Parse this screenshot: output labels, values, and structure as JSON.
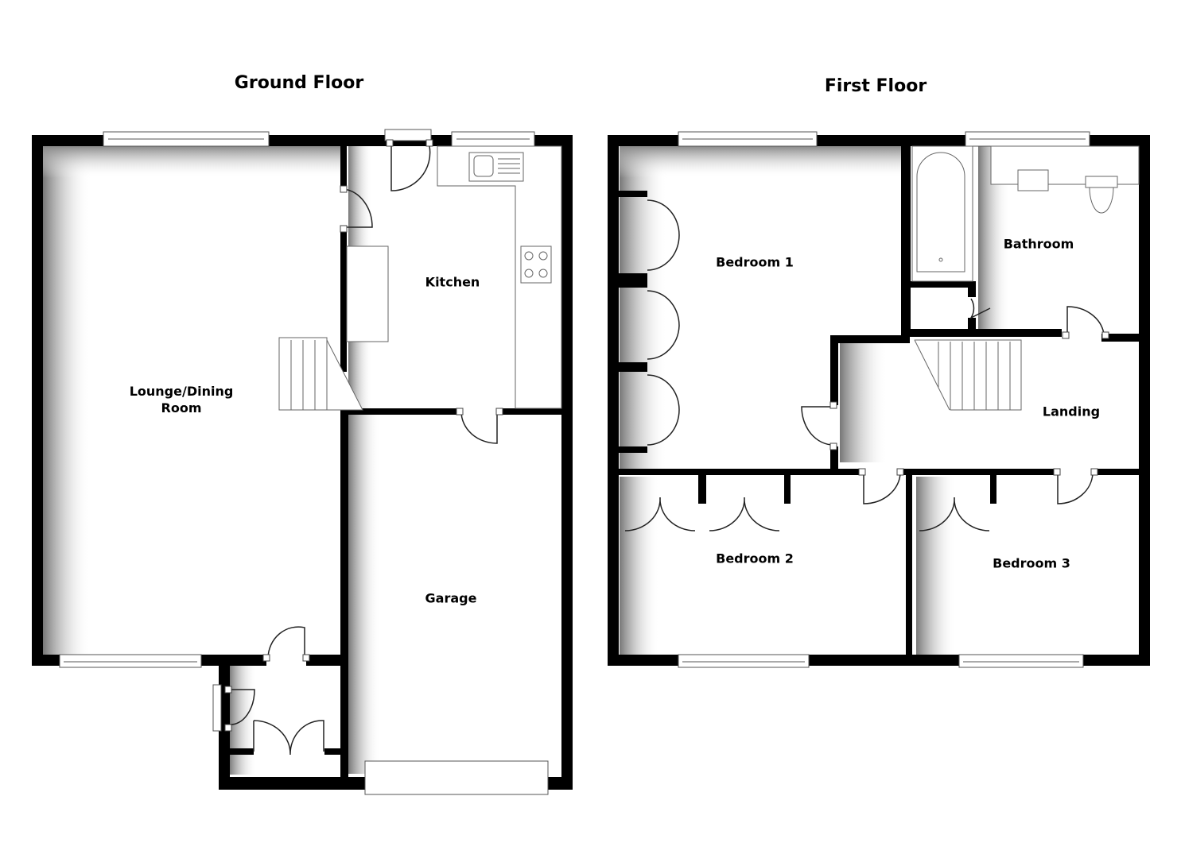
{
  "floors": [
    {
      "title": "Ground Floor",
      "rooms": [
        {
          "label_line1": "Lounge/Dining",
          "label_line2": "Room"
        },
        {
          "label_line1": "Kitchen"
        },
        {
          "label_line1": "Garage"
        }
      ]
    },
    {
      "title": "First Floor",
      "rooms": [
        {
          "label_line1": "Bedroom 1"
        },
        {
          "label_line1": "Bathroom"
        },
        {
          "label_line1": "Landing"
        },
        {
          "label_line1": "Bedroom 2"
        },
        {
          "label_line1": "Bedroom 3"
        }
      ]
    }
  ],
  "colors": {
    "wall": "#000000",
    "background": "#ffffff",
    "fixture_line": "#666666"
  }
}
